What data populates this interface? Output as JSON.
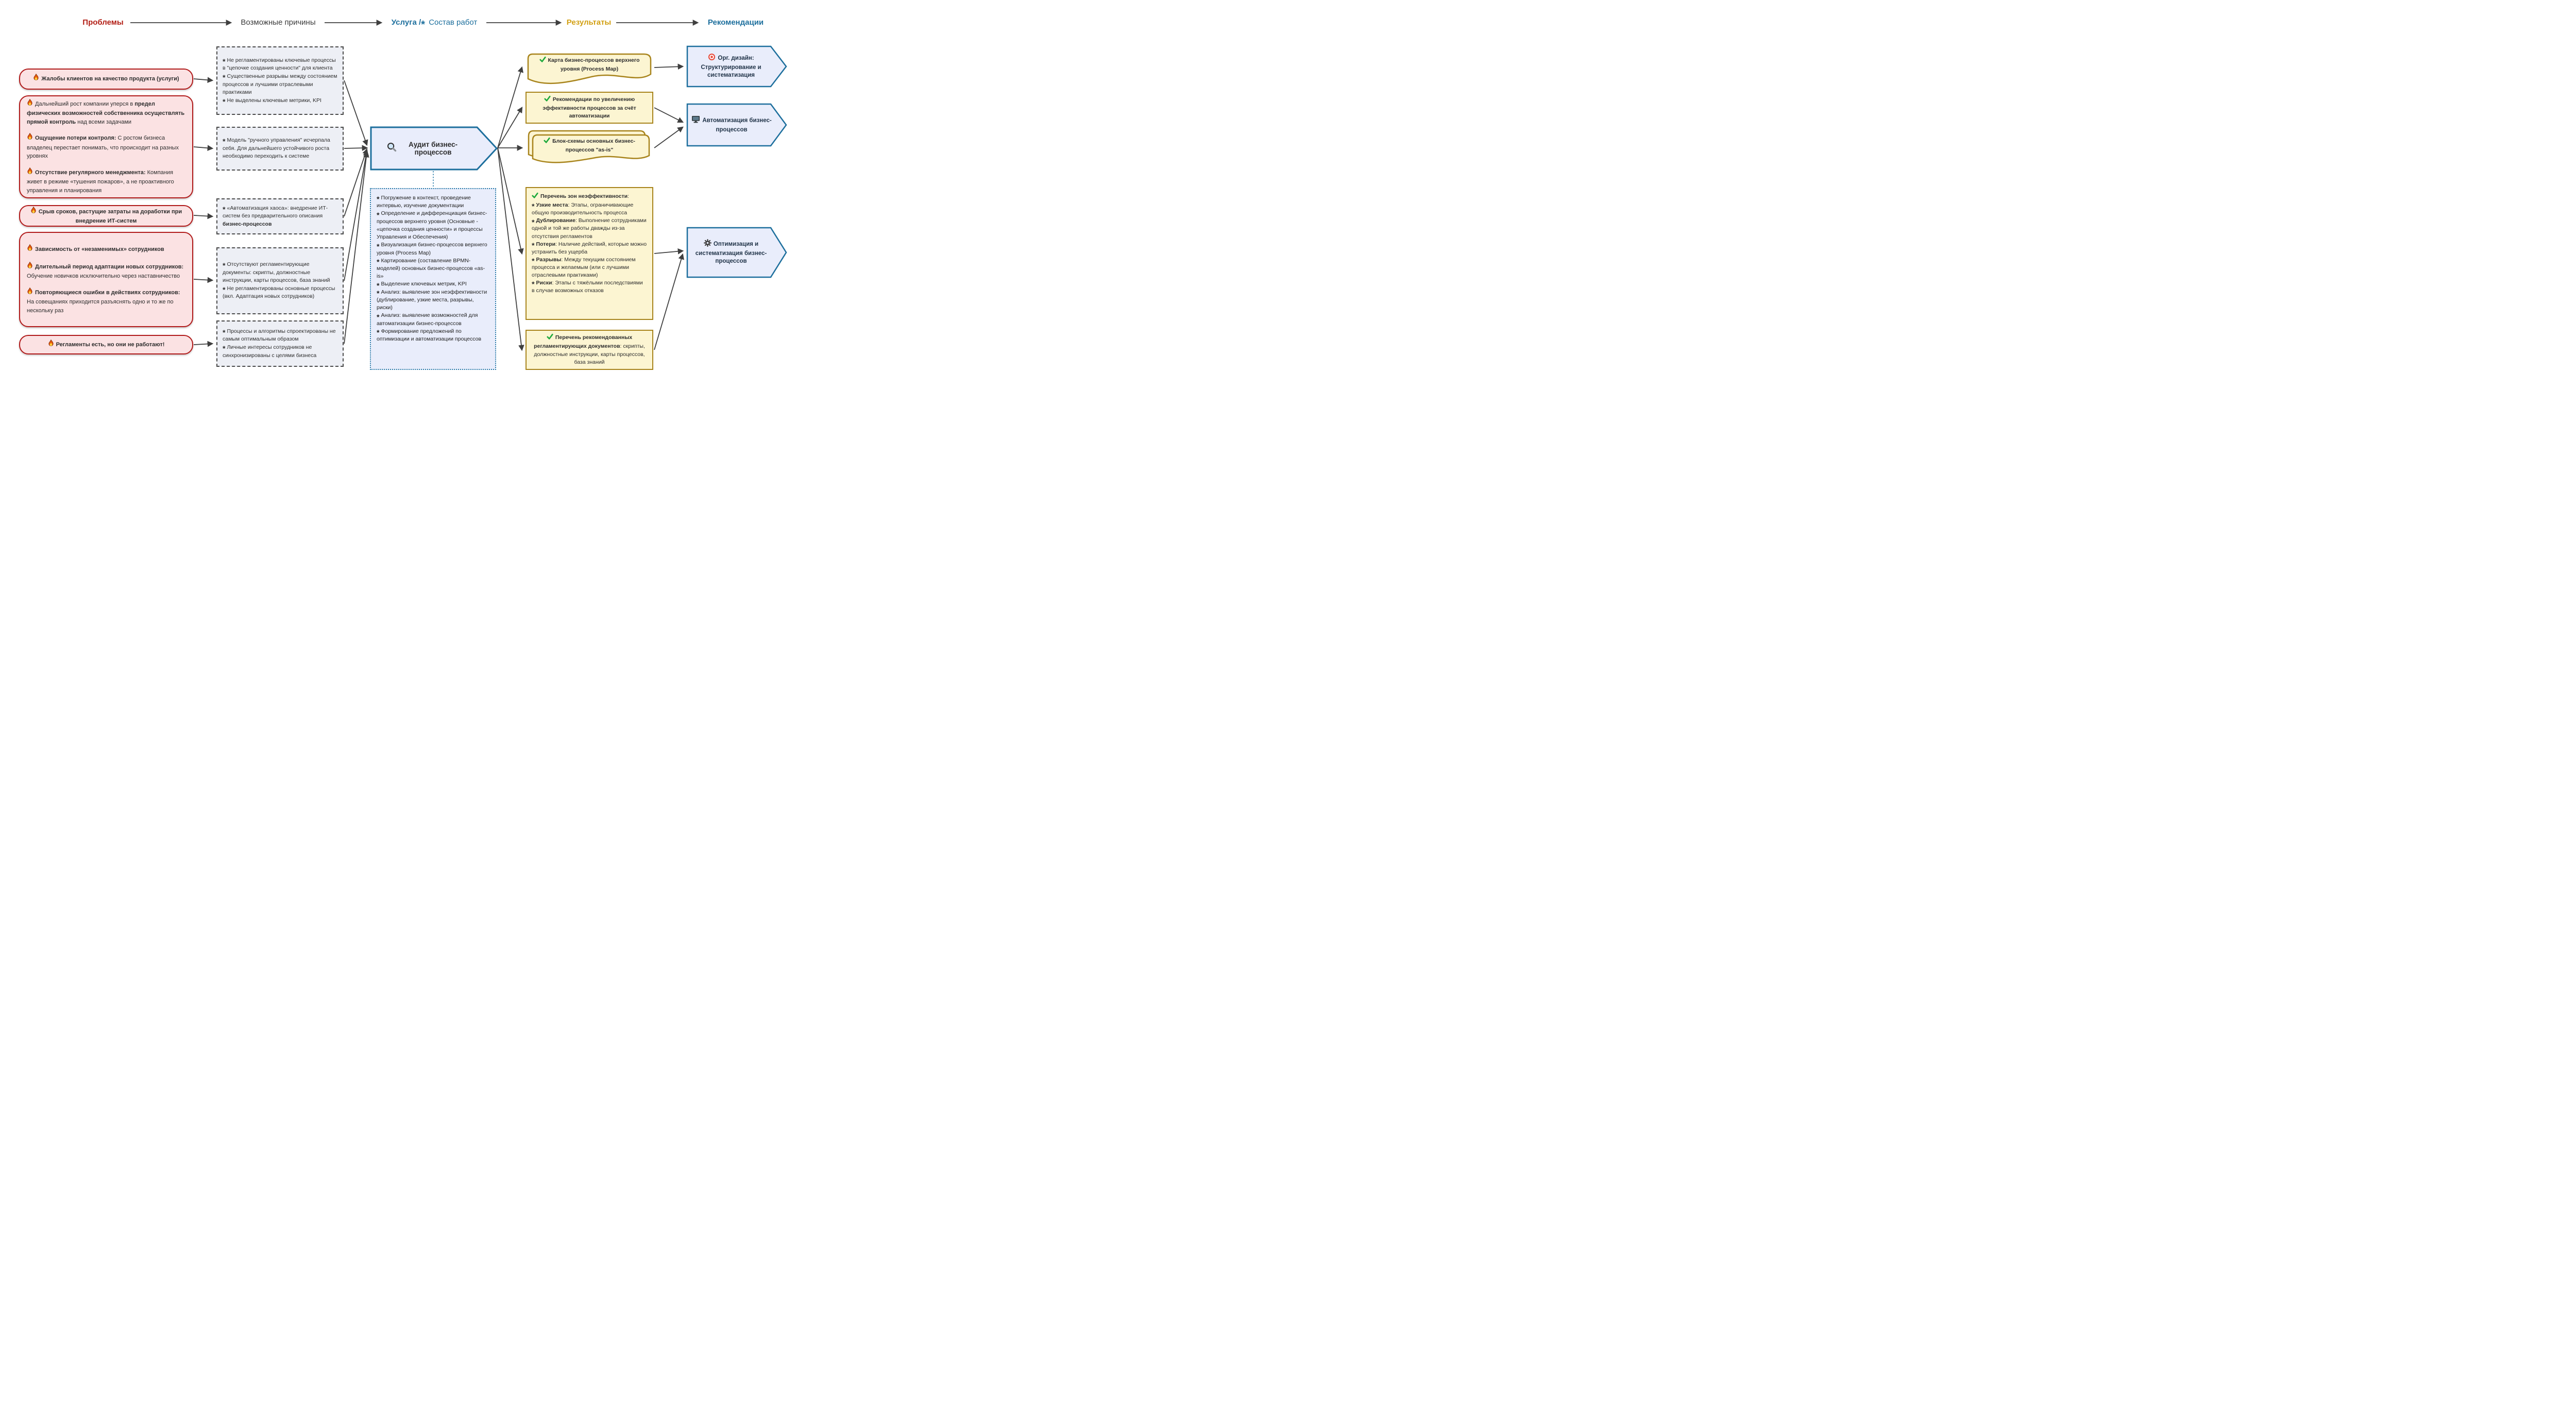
{
  "header": {
    "problems": "Проблемы",
    "causes": "Возможные причины",
    "service_bold": "Услуга /",
    "service_rest": "Состав работ",
    "results": "Результаты",
    "recommendations": "Рекомендации"
  },
  "problems": {
    "p1": {
      "text": "Жалобы клиентов на качество продукта (услуги)"
    },
    "p2": {
      "i1_pre": "Дальнейший рост компании уперся в ",
      "i1_bold": "предел физических возможностей собственника осуществлять прямой контроль",
      "i1_post": " над всеми задачами",
      "i2_bold": "Ощущение потери контроля:",
      "i2_post": " С ростом бизнеса владелец перестает понимать, что происходит на разных уровнях",
      "i3_bold": "Отсутствие регулярного менеджмента:",
      "i3_post": " Компания живет в режиме «тушения пожаров», а не проактивного управления и планирования"
    },
    "p3": {
      "text": "Срыв сроков, растущие затраты на доработки при внедрение ИТ-систем"
    },
    "p4": {
      "i1_bold": "Зависимость от «незаменимых» сотрудников",
      "i2_bold": "Длительный период адаптации новых сотрудников:",
      "i2_post": " Обучение новичков исключительно через наставничество",
      "i3_bold": "Повторяющиеся ошибки в действиях сотрудников:",
      "i3_post": " На совещаниях приходится разъяснять одно и то же по нескольку раз"
    },
    "p5": {
      "text": "Регламенты есть, но они не работают!"
    }
  },
  "causes": {
    "c1": {
      "i1": "Не регламентированы ключевые процессы в \"цепочке создания ценности\" для клиента",
      "i2": "Существенные разрывы между состоянием процессов и лучшими отраслевыми практиками",
      "i3": "Не выделены ключевые метрики, KPI"
    },
    "c2": {
      "i1": "Модель \"ручного управления\" исчерпала себя. Для дальнейшего устойчивого роста необходимо переходить к системе"
    },
    "c3": {
      "i1_pre": "«Автоматизация хаоса»: внедрение ИТ-систем без предварительного описания ",
      "i1_bold": "бизнес-процессов"
    },
    "c4": {
      "i1": "Отсутствуют регламентирующие документы: скрипты, должностные инструкции, карты процессов, база знаний",
      "i2": "Не регламентированы основные процессы (вкл. Адаптация новых сотрудников)"
    },
    "c5": {
      "i1": "Процессы и алгоритмы спроектированы не самым оптимальным образом",
      "i2": "Личные интересы сотрудников не синхронизированы с целями бизнеса"
    }
  },
  "service": {
    "title": "Аудит бизнес-процессов"
  },
  "scope": {
    "i1": "Погружение в контекст, проведение интервью, изучение документации",
    "i2": "Определение и дифференциация бизнес-процессов верхнего уровня (Основные - «цепочка создания ценности» и процессы Управления и Обеспечения)",
    "i3": "Визуализация бизнес-процессов верхнего уровня (Process Map)",
    "i4": "Картирование (составление BPMN-моделей) основных бизнес-процессов «as-is»",
    "i5": "Выделение ключевых метрик, KPI",
    "i6": "Анализ: выявление зон неэффективности (дублирование, узкие места, разрывы, риски)",
    "i7": "Анализ: выявление возможностей для автоматизации бизнес-процессов",
    "i8": "Формирование предложений по оптимизации и автоматизации процессов"
  },
  "results": {
    "r1": {
      "text": "Карта бизнес-процессов верхнего уровня (Process Map)"
    },
    "r2": {
      "text": "Рекомендации по увеличению эффективности процессов за счёт автоматизации"
    },
    "r3": {
      "text": "Блок-схемы основных бизнес-процессов \"as-is\""
    },
    "r4": {
      "head": "Перечень зон неэффективности",
      "head_post": ":",
      "i1_bold": "Узкие места",
      "i1_post": ": Этапы, ограничивающие общую производительность процесса",
      "i2_bold": "Дублирование",
      "i2_post": ": Выполнение сотрудниками одной и той же работы дважды из-за отсутствия регламентов",
      "i3_bold": "Потери",
      "i3_post": ": Наличие действий, которые можно устранить без ущерба",
      "i4_bold": "Разрывы",
      "i4_post": ": Между текущим состоянием процесса и желаемым (или с лучшими отраслевыми практиками)",
      "i5_bold": "Риски",
      "i5_post": ": Этапы с тяжёлыми последствиями в случае возможных отказов"
    },
    "r5": {
      "bold": "Перечень рекомендованных регламентирующих документов",
      "post": ": скрипты, должностные инструкции, карты процессов, база знаний"
    }
  },
  "recommendations": {
    "rec1": {
      "title": "Орг. дизайн:",
      "subtitle": "Структурирование и систематизация"
    },
    "rec2": {
      "title": "Автоматизация бизнес-процессов"
    },
    "rec3": {
      "title": "Оптимизация и систематизация бизнес-процессов"
    }
  },
  "colors": {
    "problem_border": "#b11a1a",
    "problem_fill": "#fbe2e3",
    "cause_fill": "#edeff5",
    "cause_border": "#4a4a4a",
    "service_border": "#1d6f9d",
    "service_fill": "#e9edfb",
    "result_border": "#a8841c",
    "result_fill": "#fcf5d2",
    "header_problems": "#b21e15",
    "header_results": "#d2a013",
    "header_blue": "#1d6f9d",
    "check_green": "#1ea93c",
    "flame_orange": "#e8590c"
  }
}
